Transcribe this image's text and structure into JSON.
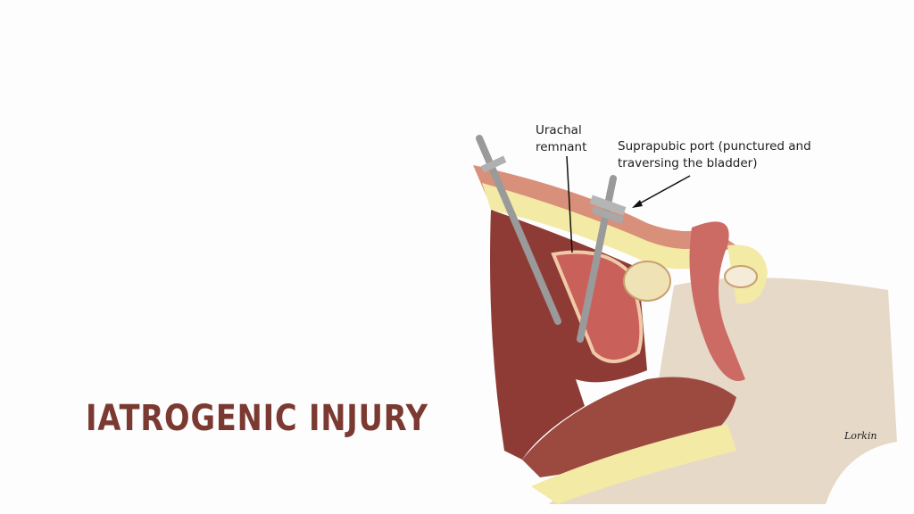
{
  "slide": {
    "title": "IATROGENIC INJURY"
  },
  "illustration": {
    "labels": {
      "urachal_remnant": "Urachal remnant",
      "suprapubic_port": "Suprapubic port (punctured and traversing the bladder)"
    },
    "signature": "Lorkin"
  },
  "colors": {
    "title": "#7b3a31",
    "muscle": "#d9907a",
    "fat": "#f3eaa6",
    "cavity": "#8e3b35",
    "skin": "#e6d9c8",
    "instrument": "#9a9a9a"
  }
}
